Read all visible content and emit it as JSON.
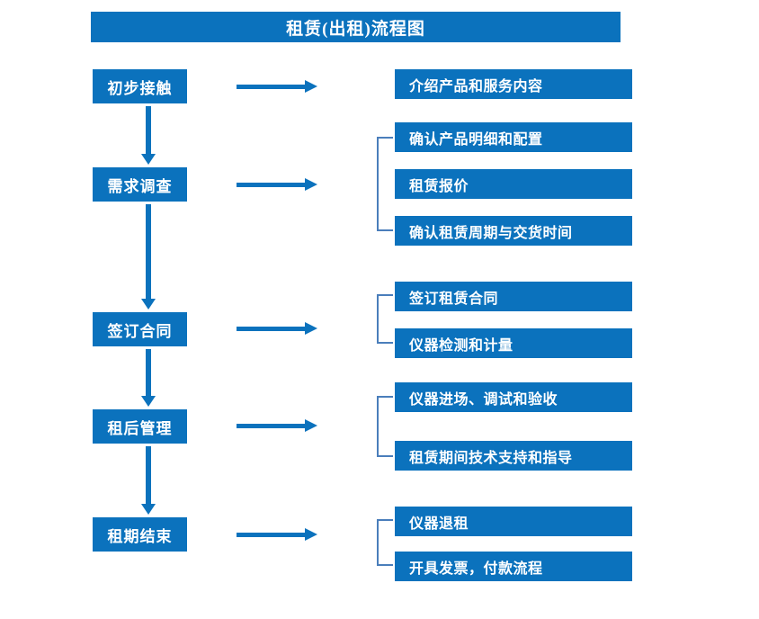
{
  "title": "租赁(出租)流程图",
  "colors": {
    "box_blue": "#0b72bd",
    "bracket_blue": "#4a7ebb",
    "text_white": "#ffffff",
    "background": "#ffffff"
  },
  "stages": [
    {
      "label": "初步接触"
    },
    {
      "label": "需求调查"
    },
    {
      "label": "签订合同"
    },
    {
      "label": "租后管理"
    },
    {
      "label": "租期结束"
    }
  ],
  "details": [
    {
      "label": "介绍产品和服务内容"
    },
    {
      "label": "确认产品明细和配置"
    },
    {
      "label": "租赁报价"
    },
    {
      "label": "确认租赁周期与交货时间"
    },
    {
      "label": "签订租赁合同"
    },
    {
      "label": "仪器检测和计量"
    },
    {
      "label": "仪器进场、调试和验收"
    },
    {
      "label": "租赁期间技术支持和指导"
    },
    {
      "label": "仪器退租"
    },
    {
      "label": "开具发票，付款流程"
    }
  ],
  "icons": {
    "arrow_right": "arrow-right-icon",
    "arrow_down": "arrow-down-icon",
    "group_bracket": "group-bracket-icon"
  },
  "chart_data": {
    "type": "diagram",
    "diagram_kind": "flowchart",
    "title": "租赁(出租)流程图",
    "orientation": "vertical-stages-with-right-details",
    "nodes": [
      {
        "id": "s1",
        "column": "stage",
        "label": "初步接触"
      },
      {
        "id": "s2",
        "column": "stage",
        "label": "需求调查"
      },
      {
        "id": "s3",
        "column": "stage",
        "label": "签订合同"
      },
      {
        "id": "s4",
        "column": "stage",
        "label": "租后管理"
      },
      {
        "id": "s5",
        "column": "stage",
        "label": "租期结束"
      },
      {
        "id": "d1",
        "column": "detail",
        "label": "介绍产品和服务内容"
      },
      {
        "id": "d2",
        "column": "detail",
        "label": "确认产品明细和配置"
      },
      {
        "id": "d3",
        "column": "detail",
        "label": "租赁报价"
      },
      {
        "id": "d4",
        "column": "detail",
        "label": "确认租赁周期与交货时间"
      },
      {
        "id": "d5",
        "column": "detail",
        "label": "签订租赁合同"
      },
      {
        "id": "d6",
        "column": "detail",
        "label": "仪器检测和计量"
      },
      {
        "id": "d7",
        "column": "detail",
        "label": "仪器进场、调试和验收"
      },
      {
        "id": "d8",
        "column": "detail",
        "label": "租赁期间技术支持和指导"
      },
      {
        "id": "d9",
        "column": "detail",
        "label": "仪器退租"
      },
      {
        "id": "d10",
        "column": "detail",
        "label": "开具发票，付款流程"
      }
    ],
    "edges": [
      {
        "from": "s1",
        "to": "s2",
        "type": "arrow-down"
      },
      {
        "from": "s2",
        "to": "s3",
        "type": "arrow-down"
      },
      {
        "from": "s3",
        "to": "s4",
        "type": "arrow-down"
      },
      {
        "from": "s4",
        "to": "s5",
        "type": "arrow-down"
      },
      {
        "from": "s1",
        "to": "d1",
        "type": "arrow-right"
      },
      {
        "from": "s2",
        "to": "group2",
        "type": "arrow-right"
      },
      {
        "from": "s3",
        "to": "group3",
        "type": "arrow-right"
      },
      {
        "from": "s4",
        "to": "group4",
        "type": "arrow-right"
      },
      {
        "from": "s5",
        "to": "group5",
        "type": "arrow-right"
      }
    ],
    "groups": [
      {
        "id": "group2",
        "members": [
          "d2",
          "d3",
          "d4"
        ]
      },
      {
        "id": "group3",
        "members": [
          "d5",
          "d6"
        ]
      },
      {
        "id": "group4",
        "members": [
          "d7",
          "d8"
        ]
      },
      {
        "id": "group5",
        "members": [
          "d9",
          "d10"
        ]
      }
    ]
  }
}
